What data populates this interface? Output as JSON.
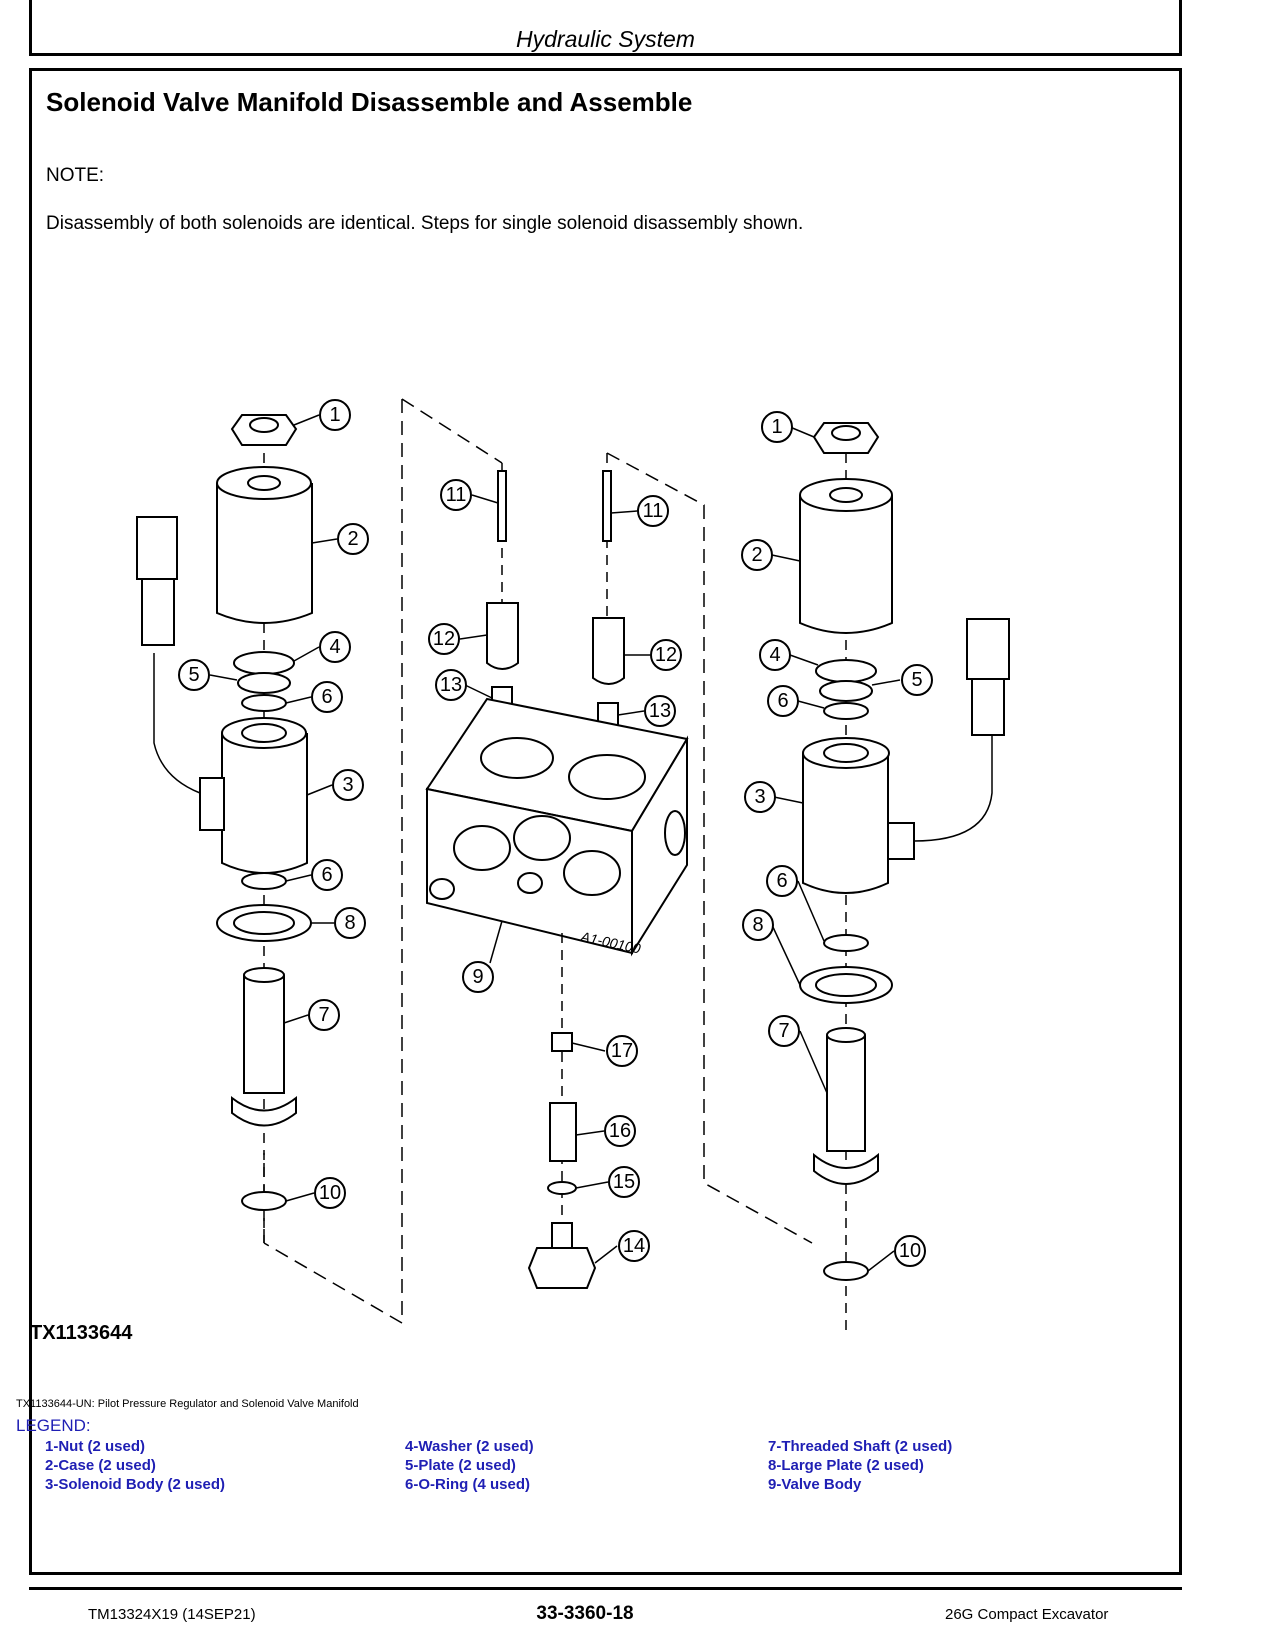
{
  "header": {
    "title": "Hydraulic System"
  },
  "section": {
    "title": "Solenoid Valve Manifold Disassemble and Assemble",
    "note_label": "NOTE:",
    "note_text": "Disassembly of both solenoids are identical. Steps for single solenoid disassembly shown."
  },
  "figure": {
    "id": "TX1133644",
    "part_stamp": "A1-00100",
    "callouts": [
      "1",
      "2",
      "3",
      "4",
      "5",
      "6",
      "7",
      "8",
      "9",
      "10",
      "11",
      "12",
      "13",
      "14",
      "15",
      "16",
      "17"
    ],
    "caption": "TX1133644-UN: Pilot Pressure Regulator and Solenoid Valve Manifold"
  },
  "legend": {
    "title": "LEGEND:",
    "columns": [
      [
        "1-Nut (2 used)",
        "2-Case (2 used)",
        "3-Solenoid Body (2 used)"
      ],
      [
        "4-Washer (2 used)",
        "5-Plate (2 used)",
        "6-O-Ring (4 used)"
      ],
      [
        "7-Threaded Shaft (2 used)",
        "8-Large Plate (2 used)",
        "9-Valve Body"
      ]
    ]
  },
  "footer": {
    "left": "TM13324X19 (14SEP21)",
    "center": "33-3360-18",
    "right": "26G Compact Excavator"
  },
  "colors": {
    "legend": "#1f1fb4",
    "border": "#000000"
  }
}
